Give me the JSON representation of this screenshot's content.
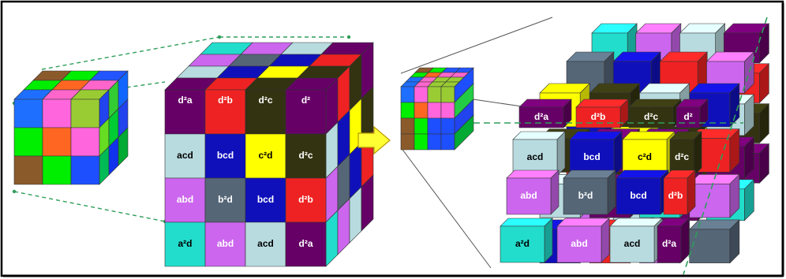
{
  "colors": {
    "frame": "#000000",
    "guide": "#2e9e5a",
    "arrow_fill": "#ffff33",
    "arrow_stroke": "#b89a00"
  },
  "labels": {
    "d2a": "d²a",
    "d2b": "d²b",
    "d2c": "d²c",
    "d2": "d²",
    "acd": "acd",
    "bcd": "bcd",
    "c2d": "c²d",
    "abd": "abd",
    "b2d": "b²d",
    "a2d": "a²d"
  },
  "small_cube_top_colors": [
    [
      "#8b5a2b",
      "#00ee00",
      "#2255ff"
    ],
    [
      "#00ee00",
      "#ff6622",
      "#ff66cc"
    ],
    [
      "#1e6fff",
      "#ff66cc",
      "#99cc33"
    ]
  ],
  "small_cube_front_colors": [
    [
      "#1e6fff",
      "#ff66dd",
      "#99cc33"
    ],
    [
      "#00ee00",
      "#ff6622",
      "#ff66dd"
    ],
    [
      "#8b5a2b",
      "#00ee00",
      "#1e4fff"
    ]
  ],
  "big_cube_front": [
    [
      {
        "t": "d2a",
        "c": "#660066"
      },
      {
        "t": "d2b",
        "c": "#ee2222"
      },
      {
        "t": "d2c",
        "c": "#333311"
      },
      {
        "t": "d2",
        "c": "#660066"
      }
    ],
    [
      {
        "t": "acd",
        "c": "#b8dbe0"
      },
      {
        "t": "bcd",
        "c": "#1010bb"
      },
      {
        "t": "c2d",
        "c": "#ffff00"
      },
      {
        "t": "d2c",
        "c": "#333311"
      }
    ],
    [
      {
        "t": "abd",
        "c": "#cc66ee"
      },
      {
        "t": "b2d",
        "c": "#556677"
      },
      {
        "t": "bcd",
        "c": "#1010bb"
      },
      {
        "t": "d2b",
        "c": "#ee2222"
      }
    ],
    [
      {
        "t": "a2d",
        "c": "#22ddcc"
      },
      {
        "t": "abd",
        "c": "#cc66ee"
      },
      {
        "t": "acd",
        "c": "#b8dbe0"
      },
      {
        "t": "d2a",
        "c": "#660066"
      }
    ]
  ],
  "exploded_front": [
    [
      {
        "t": "d2a",
        "c": "#660066"
      },
      {
        "t": "d2b",
        "c": "#ee2222"
      },
      {
        "t": "d2c",
        "c": "#333311"
      },
      {
        "t": "d2",
        "c": "#660066"
      }
    ],
    [
      {
        "t": "acd",
        "c": "#b8dbe0"
      },
      {
        "t": "bcd",
        "c": "#1010bb"
      },
      {
        "t": "c2d",
        "c": "#ffff00"
      },
      {
        "t": "d2c",
        "c": "#333311"
      }
    ],
    [
      {
        "t": "abd",
        "c": "#cc66ee"
      },
      {
        "t": "b2d",
        "c": "#556677"
      },
      {
        "t": "bcd",
        "c": "#1010bb"
      },
      {
        "t": "d2b",
        "c": "#ee2222"
      }
    ],
    [
      {
        "t": "a2d",
        "c": "#22ddcc"
      },
      {
        "t": "abd",
        "c": "#cc66ee"
      },
      {
        "t": "acd",
        "c": "#b8dbe0"
      },
      {
        "t": "d2a",
        "c": "#660066"
      }
    ]
  ],
  "exploded_back": [
    [
      "#22ddcc",
      "#cc66ee",
      "#b8dbe0",
      "#660066"
    ],
    [
      "#cc66ee",
      "#556677",
      "#1010bb",
      "#ee2222"
    ],
    [
      "#b8dbe0",
      "#1010bb",
      "#ffff00",
      "#333311"
    ],
    [
      "#660066",
      "#ee2222",
      "#333311",
      "#660066"
    ]
  ]
}
